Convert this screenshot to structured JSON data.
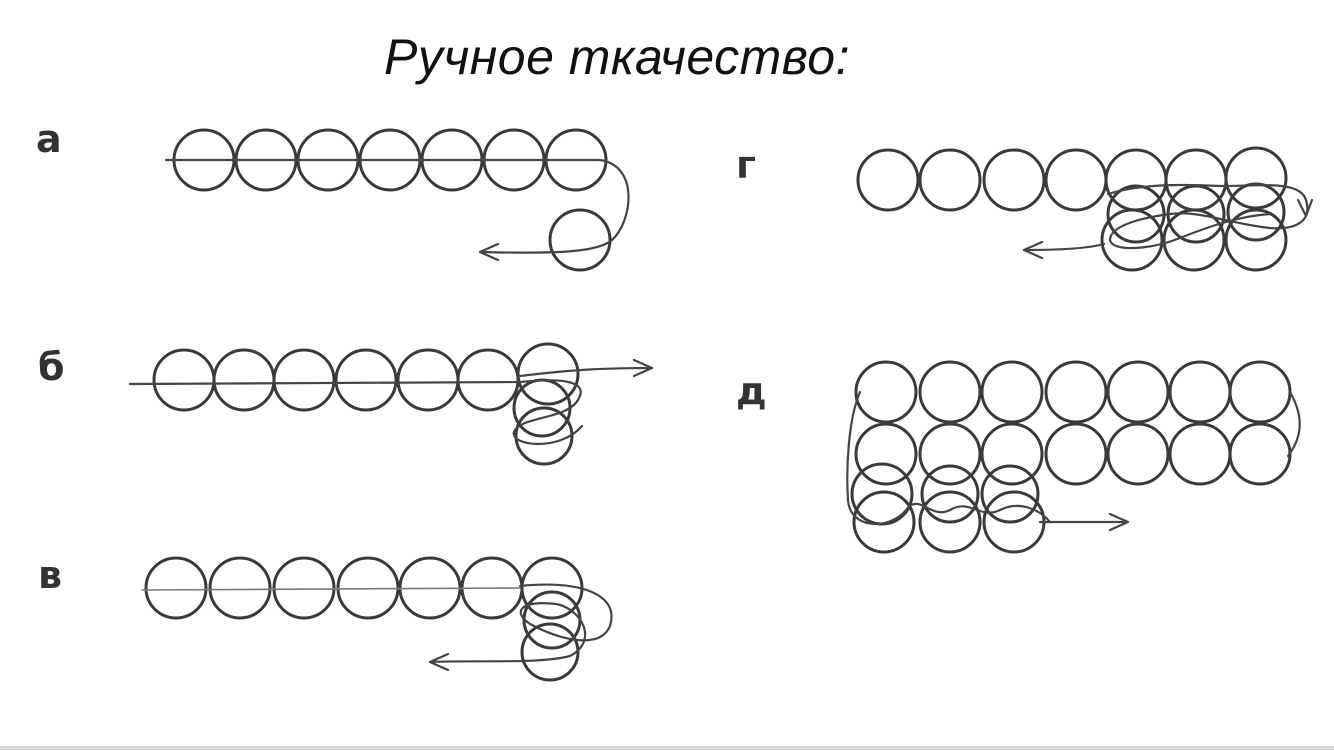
{
  "title": "Ручное ткачество:",
  "steps": [
    {
      "id": "a",
      "label": "а"
    },
    {
      "id": "b",
      "label": "б"
    },
    {
      "id": "v",
      "label": "в"
    },
    {
      "id": "g",
      "label": "г"
    },
    {
      "id": "d",
      "label": "д"
    }
  ]
}
